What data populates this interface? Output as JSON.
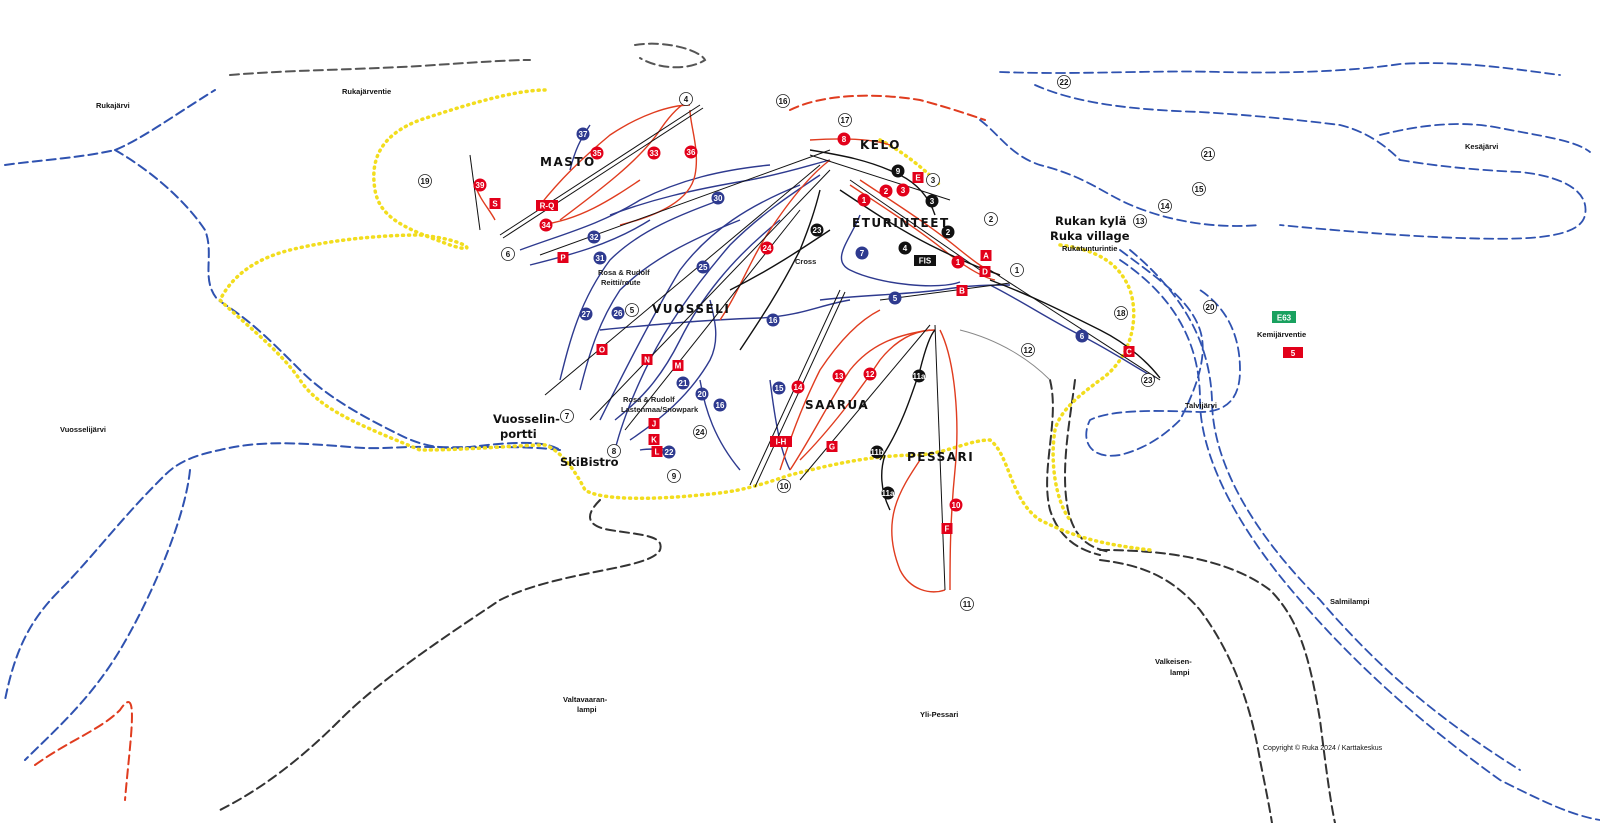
{
  "colors": {
    "blue_slope": "#2e3a8f",
    "red_slope": "#e03c1f",
    "black_slope": "#111111",
    "trail_blue": "#2f52b0",
    "trail_black": "#333333",
    "trail_red": "#e03c1f",
    "yellow_route": "#f2dd1e",
    "marker_red": "#e2001a",
    "road_green": "#19a15f"
  },
  "areas": {
    "masto": "MASTO",
    "kelo": "KELO",
    "eturinteet": "ETURINTEET",
    "vuosseli": "VUOSSELI",
    "saarua": "SAARUA",
    "pessari": "PESSARI"
  },
  "places": {
    "rukan_kyla": "Rukan kylä",
    "ruka_village": "Ruka village",
    "vuosselin_line1": "Vuosselin-",
    "vuosselin_line2": "portti",
    "skibistro": "SkiBistro"
  },
  "lakes": {
    "rukajarvi": "Rukajärvi",
    "rukajarventie": "Rukajärventie",
    "kesajarvi": "Kesäjärvi",
    "rukatunturintie": "Rukatunturintie",
    "kemijarventie": "Kemijärventie",
    "talvijarvi": "Talvijärvi",
    "vuosselijarvi": "Vuosselijärvi",
    "salmilampi": "Salmilampi",
    "valkeisen_line1": "Valkeisen-",
    "valkeisen_line2": "lampi",
    "valtavaaran_line1": "Valtavaaran-",
    "valtavaaran_line2": "lampi",
    "yli_pessari": "Yli-Pessari"
  },
  "routes": {
    "rosa_reitti_line1": "Rosa & Rudolf",
    "rosa_reitti_line2": "Reitti/route",
    "rosa_lasten_line1": "Rosa & Rudolf",
    "rosa_lasten_line2": "Lastenmaa/Snowpark",
    "cross": "Cross"
  },
  "road": {
    "e63": "E63",
    "five": "5"
  },
  "copyright": "Copyright © Ruka 2024 / Karttakeskus",
  "slope_markers": [
    {
      "label": "37",
      "color": "blue"
    },
    {
      "label": "35",
      "color": "red"
    },
    {
      "label": "33",
      "color": "red"
    },
    {
      "label": "36",
      "color": "red"
    },
    {
      "label": "34",
      "color": "red"
    },
    {
      "label": "39",
      "color": "red"
    },
    {
      "label": "32",
      "color": "blue"
    },
    {
      "label": "31",
      "color": "blue"
    },
    {
      "label": "30",
      "color": "blue"
    },
    {
      "label": "25",
      "color": "blue"
    },
    {
      "label": "27",
      "color": "blue"
    },
    {
      "label": "26",
      "color": "blue"
    },
    {
      "label": "24",
      "color": "red"
    },
    {
      "label": "23",
      "color": "black"
    },
    {
      "label": "16",
      "color": "blue"
    },
    {
      "label": "21",
      "color": "blue"
    },
    {
      "label": "20",
      "color": "blue"
    },
    {
      "label": "16",
      "color": "blue"
    },
    {
      "label": "22",
      "color": "blue"
    },
    {
      "label": "15",
      "color": "blue"
    },
    {
      "label": "14",
      "color": "red"
    },
    {
      "label": "13",
      "color": "red"
    },
    {
      "label": "12",
      "color": "red"
    },
    {
      "label": "11a",
      "color": "black"
    },
    {
      "label": "11b",
      "color": "black"
    },
    {
      "label": "11a",
      "color": "black"
    },
    {
      "label": "10",
      "color": "red"
    },
    {
      "label": "8",
      "color": "red"
    },
    {
      "label": "9",
      "color": "black"
    },
    {
      "label": "3",
      "color": "black"
    },
    {
      "label": "1",
      "color": "red"
    },
    {
      "label": "2",
      "color": "red"
    },
    {
      "label": "3",
      "color": "red"
    },
    {
      "label": "2",
      "color": "black"
    },
    {
      "label": "4",
      "color": "black"
    },
    {
      "label": "7",
      "color": "blue"
    },
    {
      "label": "1",
      "color": "red"
    },
    {
      "label": "5",
      "color": "blue"
    },
    {
      "label": "6",
      "color": "blue"
    }
  ],
  "lift_markers": [
    "R-Q",
    "S",
    "P",
    "O",
    "N",
    "M",
    "J",
    "K",
    "L",
    "I-H",
    "G",
    "F",
    "E",
    "A",
    "D",
    "B",
    "C",
    "FIS"
  ],
  "poi_markers": [
    "4",
    "16",
    "17",
    "19",
    "6",
    "5",
    "7",
    "8",
    "9",
    "24",
    "10",
    "3",
    "2",
    "1",
    "12",
    "23",
    "18",
    "20",
    "21",
    "22",
    "13",
    "14",
    "15",
    "11"
  ]
}
